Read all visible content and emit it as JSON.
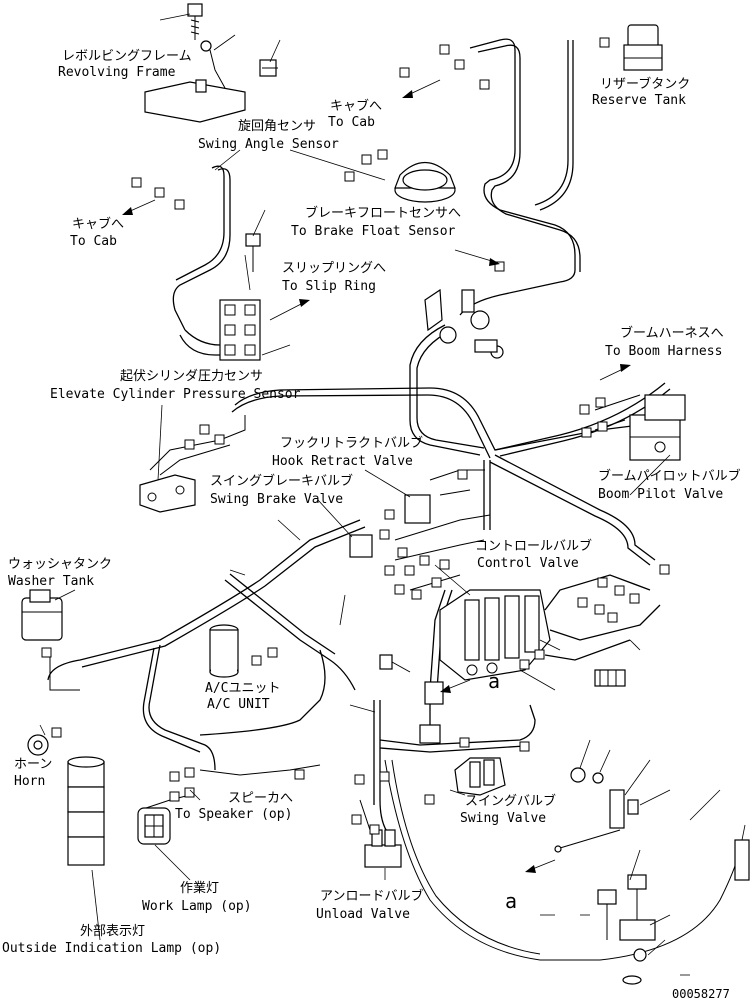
{
  "labels": {
    "revolving_frame": {
      "jp": "レボルビングフレーム",
      "en": "Revolving Frame"
    },
    "reserve_tank": {
      "jp": "リザーブタンク",
      "en": "Reserve Tank"
    },
    "to_cab_top": {
      "jp": "キャブへ",
      "en": "To Cab"
    },
    "swing_angle_sensor": {
      "jp": "旋回角センサ",
      "en": "Swing Angle Sensor"
    },
    "to_cab_left": {
      "jp": "キャブへ",
      "en": "To Cab"
    },
    "brake_float_sensor": {
      "jp": "ブレーキフロートセンサへ",
      "en": "To Brake Float Sensor"
    },
    "slip_ring": {
      "jp": "スリップリングへ",
      "en": "To Slip Ring"
    },
    "boom_harness": {
      "jp": "ブームハーネスへ",
      "en": "To Boom Harness"
    },
    "elevate_cylinder": {
      "jp": "起伏シリンダ圧力センサ",
      "en": "Elevate Cylinder Pressure Sensor"
    },
    "hook_retract": {
      "jp": "フックリトラクトバルブ",
      "en": "Hook Retract Valve"
    },
    "boom_pilot": {
      "jp": "ブームパイロットバルブ",
      "en": "Boom Pilot Valve"
    },
    "swing_brake": {
      "jp": "スイングブレーキバルブ",
      "en": "Swing Brake Valve"
    },
    "washer_tank": {
      "jp": "ウォッシャタンク",
      "en": "Washer Tank"
    },
    "control_valve": {
      "jp": "コントロールバルブ",
      "en": "Control Valve"
    },
    "ac_unit": {
      "jp": "A/Cユニット",
      "en": "A/C UNIT"
    },
    "horn": {
      "jp": "ホーン",
      "en": "Horn"
    },
    "speaker": {
      "jp": "スピーカへ",
      "en": "To Speaker (op)"
    },
    "swing_valve": {
      "jp": "スイングバルブ",
      "en": "Swing Valve"
    },
    "work_lamp": {
      "jp": "作業灯",
      "en": "Work Lamp (op)"
    },
    "unload_valve": {
      "jp": "アンロードバルブ",
      "en": "Unload Valve"
    },
    "outside_lamp": {
      "jp": "外部表示灯",
      "en": "Outside Indication Lamp (op)"
    }
  },
  "detail_marker": "a",
  "drawing_number": "00058277"
}
